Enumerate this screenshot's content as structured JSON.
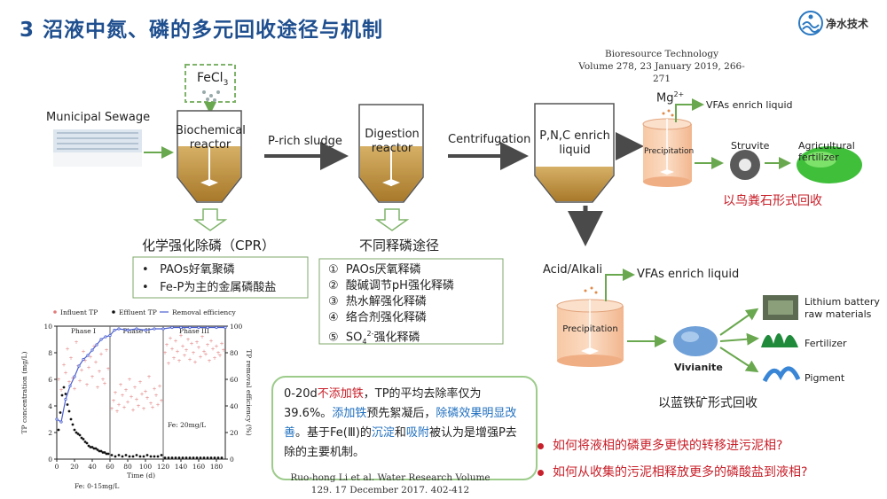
{
  "title": "3 沼液中氮、磷的多元回收途径与机制",
  "logo_text": "净水技术",
  "ref_top": [
    "Bioresource Technology",
    "Volume 278, 23 January 2019, 266-271"
  ],
  "ref_bottom": [
    "Ruo-hong Li et al. Water Research Volume",
    "129. 17 December 2017. 402-412"
  ],
  "fecl3": "FeCl",
  "fecl3_sub": "3",
  "municipal_sewage": "Municipal Sewage",
  "biochemical_reactor": [
    "Biochemical",
    "reactor"
  ],
  "p_rich_sludge": "P-rich sludge",
  "digestion_reactor": [
    "Digestion",
    "reactor"
  ],
  "centrifugation": "Centrifugation",
  "pnc_liquid": [
    "P,N,C enrich",
    "liquid"
  ],
  "mg": "Mg",
  "mg_sup": "2+",
  "vfas_top": "VFAs enrich liquid",
  "precipitation": "Precipitation",
  "struvite": "Struvite",
  "agri_fert": "Agricultural fertilizer",
  "struvite_recovery": "以鸟粪石形式回收",
  "acid_alkali": "Acid/Alkali",
  "vfas_bottom": "VFAs enrich liquid",
  "vivianite": "Vivianite",
  "lithium": [
    "Lithium battery",
    "raw materials"
  ],
  "fertilizer": "Fertilizer",
  "pigment": "Pigment",
  "vivianite_recovery": "以蓝铁矿形式回收",
  "cpr_title": "化学强化除磷（CPR）",
  "cpr_items": [
    "PAOs好氧聚磷",
    "Fe-P为主的金属磷酸盐"
  ],
  "release_title": "不同释磷途径",
  "release_items": [
    {
      "num": "①",
      "text": "PAOs厌氧释磷"
    },
    {
      "num": "②",
      "text": "酸碱调节pH强化释磷"
    },
    {
      "num": "③",
      "text": "热水解强化释磷"
    },
    {
      "num": "④",
      "text": "络合剂强化释磷"
    },
    {
      "num": "⑤",
      "text": "SO"
    }
  ],
  "release_item5_sub": "4",
  "release_item5_sup": "2-",
  "release_item5_tail": "强化释磷",
  "note": {
    "p1": "0-20d",
    "p2": "不添加铁",
    "p3": "，TP的平均去除率仅为39.6%。",
    "p4": "添加铁",
    "p5": "预先絮凝后，",
    "p6": "除磷效果明显改善",
    "p7": "。基于Fe(Ⅲ)的",
    "p8": "沉淀",
    "p9": "和",
    "p10": "吸附",
    "p11": "被认为是增强P去除的主要机制。"
  },
  "questions": [
    "如何将液相的磷更多更快的转移进污泥相?",
    "如何从收集的污泥相释放更多的磷酸盐到液相?"
  ],
  "colors": {
    "title": "#1f4f8f",
    "red": "#c8202a",
    "blue": "#1f6fbf",
    "sludge": "#b58a33",
    "arrow": "#4a4a4a",
    "green_arrow": "#6aa84f"
  },
  "chart_data": {
    "type": "scatter",
    "legend": [
      "Influent TP",
      "Effluent TP",
      "Removal efficiency"
    ],
    "xlabel": "Time (d)",
    "ylabel": "TP concentration (mg/L)",
    "ylabel2": "TP removal efficiency (%)",
    "xlim": [
      0,
      190
    ],
    "ylim": [
      0,
      10
    ],
    "ylim2": [
      0,
      100
    ],
    "xticks": [
      "0",
      "20",
      "40",
      "60",
      "80",
      "100",
      "120",
      "140",
      "160",
      "180"
    ],
    "yticks": [
      "0",
      "2",
      "4",
      "6",
      "8",
      "10"
    ],
    "yticks2": [
      "0",
      "20",
      "40",
      "60",
      "80",
      "100"
    ],
    "phases": [
      "Phase I",
      "Phase II",
      "Phase III"
    ],
    "phase_bounds": [
      60,
      120
    ],
    "annotation": "Fe: 20mg/L",
    "footnote": "Fe: 0-15mg/L",
    "influent": {
      "x": [
        2,
        5,
        8,
        10,
        12,
        14,
        16,
        18,
        20,
        22,
        24,
        26,
        28,
        30,
        32,
        34,
        36,
        38,
        40,
        42,
        44,
        46,
        48,
        50,
        52,
        54,
        56,
        58,
        62,
        64,
        66,
        68,
        70,
        72,
        74,
        76,
        78,
        80,
        82,
        84,
        86,
        88,
        90,
        92,
        94,
        96,
        98,
        100,
        102,
        104,
        106,
        108,
        110,
        112,
        114,
        116,
        118,
        122,
        124,
        126,
        128,
        130,
        132,
        134,
        136,
        138,
        140,
        142,
        144,
        146,
        148,
        150,
        152,
        154,
        156,
        158,
        160,
        162,
        164,
        166,
        168,
        170,
        172,
        174,
        176,
        178,
        180,
        182,
        184,
        186,
        188
      ],
      "y": [
        6.0,
        5.2,
        7.1,
        6.5,
        8.3,
        5.8,
        7.6,
        6.1,
        5.3,
        8.8,
        7.0,
        5.9,
        6.7,
        8.1,
        7.4,
        5.6,
        6.9,
        7.7,
        6.2,
        8.5,
        7.3,
        5.4,
        6.6,
        7.9,
        6.0,
        5.7,
        8.2,
        6.8,
        3.8,
        4.4,
        5.0,
        3.6,
        4.1,
        5.6,
        4.8,
        3.9,
        5.2,
        4.3,
        6.0,
        4.7,
        3.7,
        5.4,
        4.5,
        4.0,
        5.8,
        4.9,
        3.8,
        5.1,
        4.6,
        6.2,
        4.2,
        3.9,
        5.3,
        4.8,
        4.1,
        5.5,
        4.4,
        8.0,
        8.6,
        7.2,
        9.1,
        8.3,
        7.6,
        8.9,
        8.1,
        7.4,
        9.3,
        8.5,
        7.8,
        8.2,
        9.0,
        7.5,
        8.7,
        8.0,
        7.3,
        8.8,
        8.4,
        7.7,
        9.2,
        8.1,
        7.9,
        8.6,
        7.4,
        8.9,
        8.3,
        7.6,
        8.5,
        8.0,
        7.8,
        8.7,
        8.2
      ]
    },
    "effluent": {
      "x": [
        2,
        4,
        6,
        8,
        10,
        12,
        14,
        16,
        18,
        20,
        22,
        24,
        26,
        28,
        30,
        32,
        34,
        36,
        38,
        40,
        42,
        44,
        46,
        48,
        50,
        52,
        54,
        56,
        58,
        62,
        66,
        70,
        74,
        78,
        82,
        86,
        90,
        94,
        98,
        102,
        106,
        110,
        114,
        118,
        122,
        126,
        130,
        134,
        138,
        142,
        146,
        150,
        154,
        158,
        162,
        166,
        170,
        174,
        178,
        182,
        186
      ],
      "y": [
        2.2,
        3.5,
        4.8,
        5.4,
        4.9,
        4.1,
        3.6,
        3.0,
        2.6,
        2.2,
        2.0,
        1.9,
        1.8,
        1.6,
        1.5,
        1.3,
        1.2,
        1.0,
        0.9,
        0.9,
        0.8,
        0.8,
        0.7,
        0.6,
        0.6,
        0.5,
        0.5,
        0.4,
        0.4,
        0.3,
        0.2,
        0.3,
        0.2,
        0.3,
        0.2,
        0.2,
        0.3,
        0.2,
        0.2,
        0.3,
        0.2,
        0.2,
        0.2,
        0.3,
        0.1,
        0.1,
        0.1,
        0.1,
        0.1,
        0.1,
        0.1,
        0.1,
        0.1,
        0.1,
        0.1,
        0.1,
        0.1,
        0.1,
        0.1,
        0.1,
        0.1
      ]
    },
    "removal": {
      "x": [
        0,
        5,
        10,
        15,
        20,
        25,
        30,
        35,
        40,
        45,
        50,
        55,
        60,
        65,
        70,
        80,
        90,
        100,
        110,
        120,
        130,
        140,
        150,
        160,
        170,
        180,
        190
      ],
      "y": [
        30,
        28,
        45,
        55,
        62,
        70,
        75,
        78,
        82,
        86,
        90,
        92,
        93,
        97,
        98,
        97,
        98,
        97,
        98,
        98,
        99,
        99,
        99,
        99,
        99,
        99,
        99
      ]
    }
  }
}
